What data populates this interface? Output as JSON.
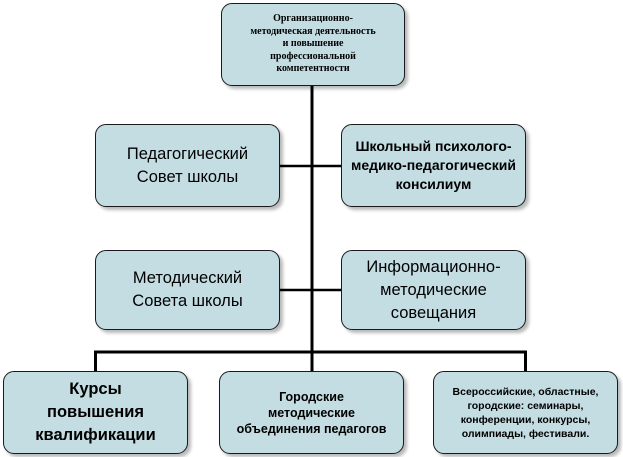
{
  "diagram": {
    "top": "Организационно-\nметодическая деятельность\nи  повышение\nпрофессиональной\nкомпетентности",
    "pedagogical_council": "Педагогический\nСовет школы",
    "psych_council": "Школьный  психолого-\nмедико-педагогический\nконсилиум",
    "methodical_council": "Методический\nСовета школы",
    "info_meetings": "Информационно-\nметодические\nсовещания",
    "courses": "Курсы\nповышения\nквалификации",
    "city_associations": "Городские\nметодические\nобъединения педагогов",
    "events": "Всероссийские, областные,\nгородские: семинары,\nконференции, конкурсы,\nолимпиады, фестивали."
  },
  "colors": {
    "box_fill": "#c3dde2",
    "box_border": "#1a1a1a",
    "connector": "#000000"
  }
}
